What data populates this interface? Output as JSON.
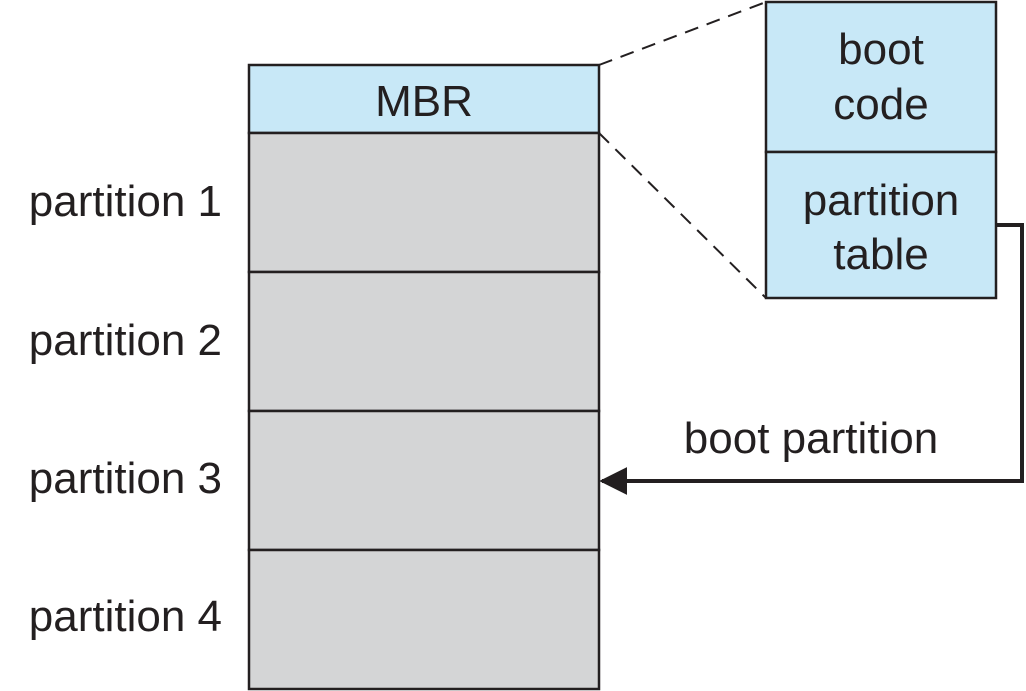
{
  "colors": {
    "mbr_fill": "#c8e8f7",
    "partition_fill": "#d4d5d6",
    "stroke": "#231f20",
    "background": "#ffffff"
  },
  "disk": {
    "mbr_label": "MBR",
    "partitions": [
      {
        "label": "partition 1"
      },
      {
        "label": "partition 2"
      },
      {
        "label": "partition 3"
      },
      {
        "label": "partition 4"
      }
    ]
  },
  "mbr_detail": {
    "boot_code": [
      "boot",
      "code"
    ],
    "partition_table": [
      "partition",
      "table"
    ]
  },
  "arrow": {
    "label": "boot partition",
    "target": "partition 3"
  }
}
